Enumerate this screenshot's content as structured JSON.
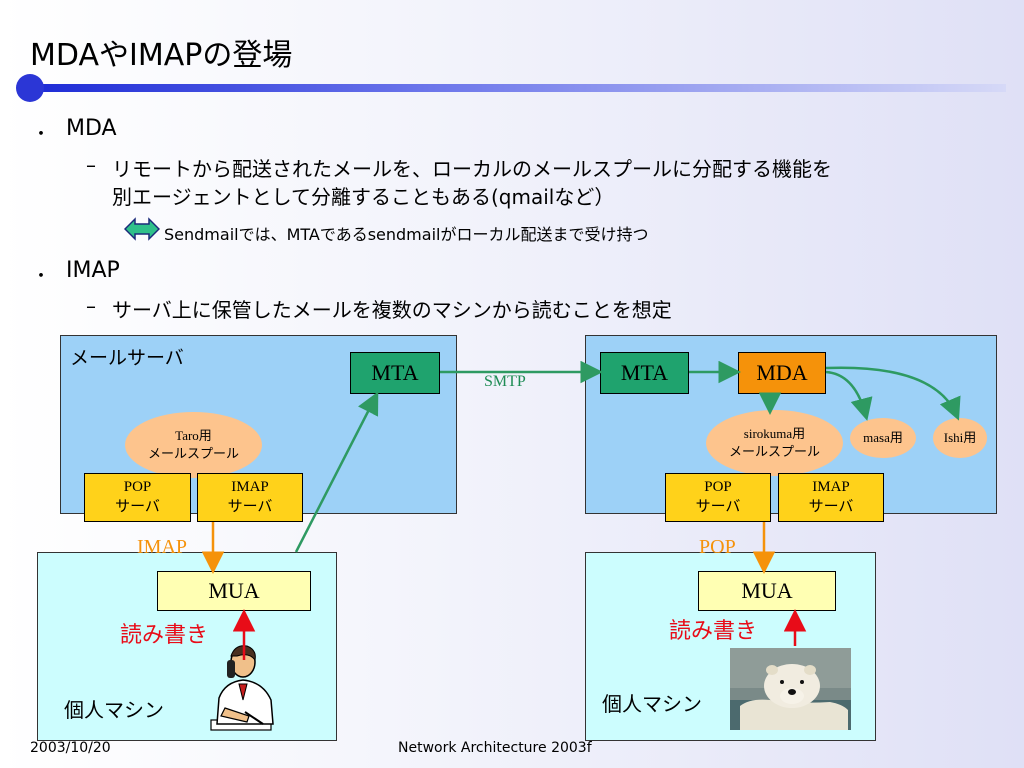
{
  "slide": {
    "title": "MDAやIMAPの登場",
    "bullets": {
      "mda": {
        "label": "MDA",
        "sub_line1": "リモートから配送されたメールを、ローカルのメールスプールに分配する機能を",
        "sub_line2": "別エージェントとして分離することもある(qmailなど）",
        "note": "Sendmailでは、MTAであるsendmailがローカル配送まで受け持つ",
        "note_icon": "double-arrow-icon"
      },
      "imap": {
        "label": "IMAP",
        "sub_line1": "サーバ上に保管したメールを複数のマシンから読むことを想定"
      }
    },
    "diagram": {
      "left": {
        "server_label": "メールサーバ",
        "mta": "MTA",
        "spool_line1": "Taro用",
        "spool_line2": "メールスプール",
        "pop_line1": "POP",
        "pop_line2": "サーバ",
        "imap_line1": "IMAP",
        "imap_line2": "サーバ",
        "protocol_label": "IMAP",
        "mua": "MUA",
        "readwrite": "読み書き",
        "client_label": "個人マシン",
        "user_image": "man-on-phone-clipart"
      },
      "smtp_label": "SMTP",
      "right": {
        "mta": "MTA",
        "mda": "MDA",
        "spool_line1": "sirokuma用",
        "spool_line2": "メールスプール",
        "masa": "masa用",
        "ishi": "Ishi用",
        "pop_line1": "POP",
        "pop_line2": "サーバ",
        "imap_line1": "IMAP",
        "imap_line2": "サーバ",
        "protocol_label": "POP",
        "mua": "MUA",
        "readwrite": "読み書き",
        "client_label": "個人マシン",
        "user_image": "polar-bear-photo"
      }
    },
    "footer": {
      "date": "2003/10/20",
      "course": "Network Architecture 2003f"
    },
    "colors": {
      "title_rule": "#2b36d6",
      "mta": "#1fa36e",
      "mda": "#f5920a",
      "server_bg": "#9dd1f7",
      "client_bg": "#ccfdfe",
      "red": "#e80c18"
    }
  }
}
